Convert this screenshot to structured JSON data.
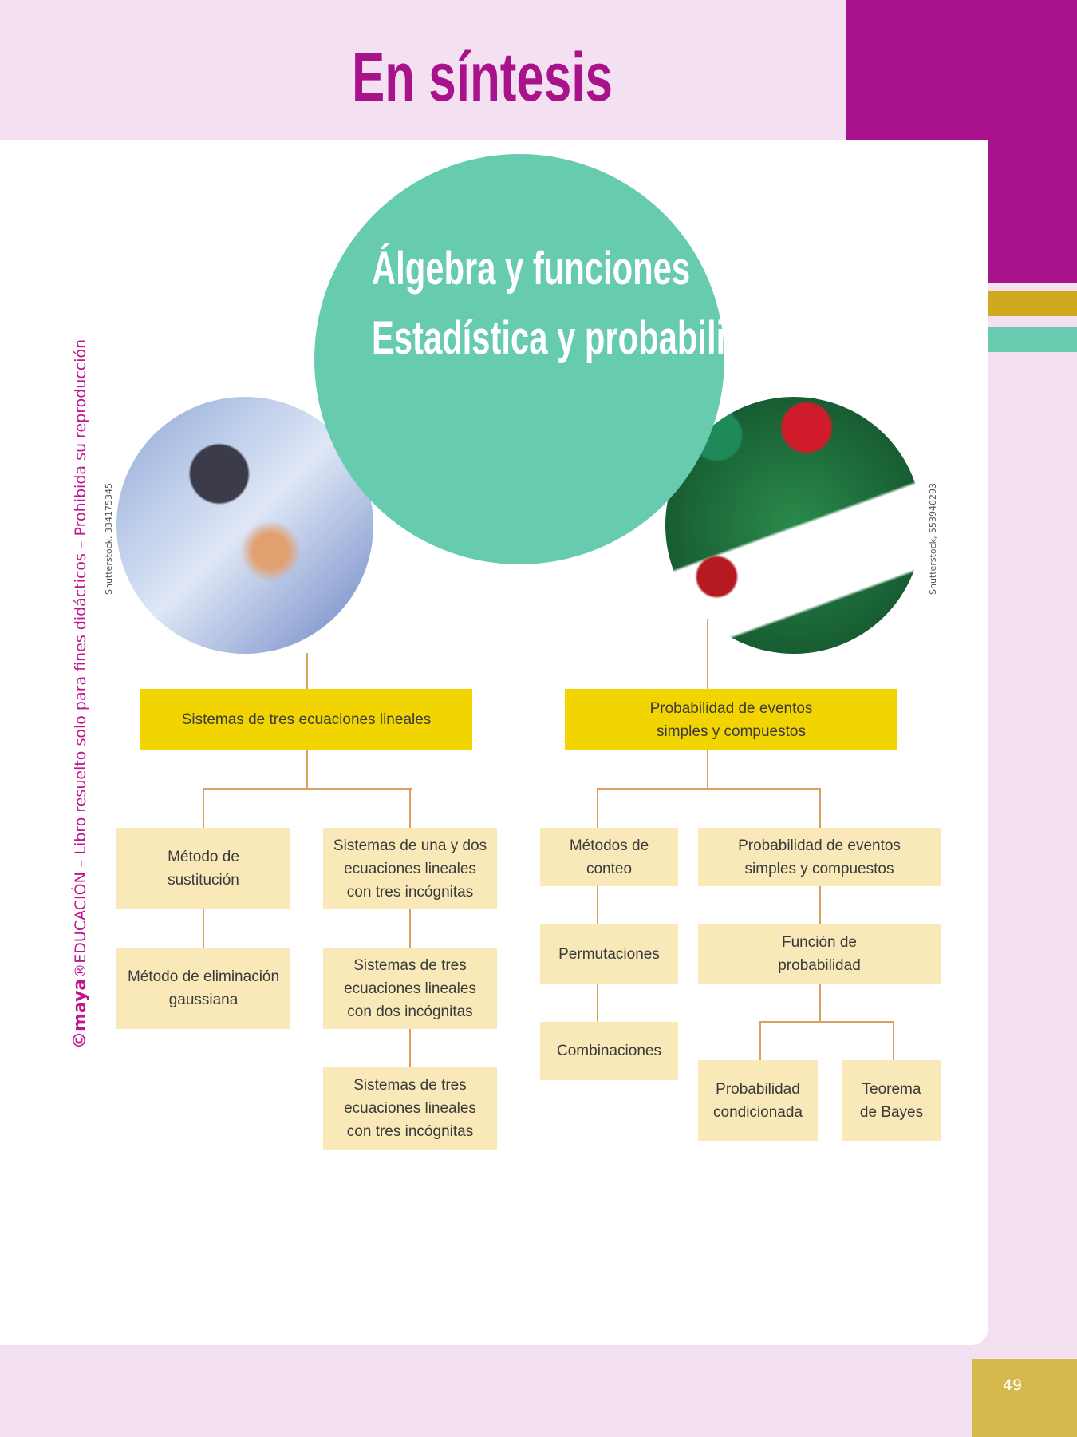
{
  "title": "En síntesis",
  "circle": {
    "line1": "Álgebra y funciones",
    "line2": "Estadística y probabilidad"
  },
  "credits": {
    "left": "Shutterstock, 334175345",
    "right": "Shutterstock, 553940293"
  },
  "copyright": {
    "brand": "©maya",
    "text": "®EDUCACIÓN – Libro resuelto solo para fines didácticos – Prohibida su reproducción"
  },
  "left": {
    "main": "Sistemas de tres ecuaciones lineales",
    "b1": "Método de sustitución",
    "b2": "Sistemas de una y dos ecuaciones lineales con tres incógnitas",
    "b3": "Método de eliminación gaussiana",
    "b4": "Sistemas de tres ecuaciones lineales con dos incógnitas",
    "b5": "Sistemas de tres ecuaciones lineales con tres incógnitas"
  },
  "right": {
    "main": "Probabilidad de eventos simples y compuestos",
    "b1": "Métodos de conteo",
    "b2": "Probabilidad de eventos simples y compuestos",
    "b3": "Permutaciones",
    "b4": "Función de probabilidad",
    "b5": "Combinaciones",
    "b6": "Probabilidad condicionada",
    "b7": "Teorema de Bayes"
  },
  "page_number": "49"
}
